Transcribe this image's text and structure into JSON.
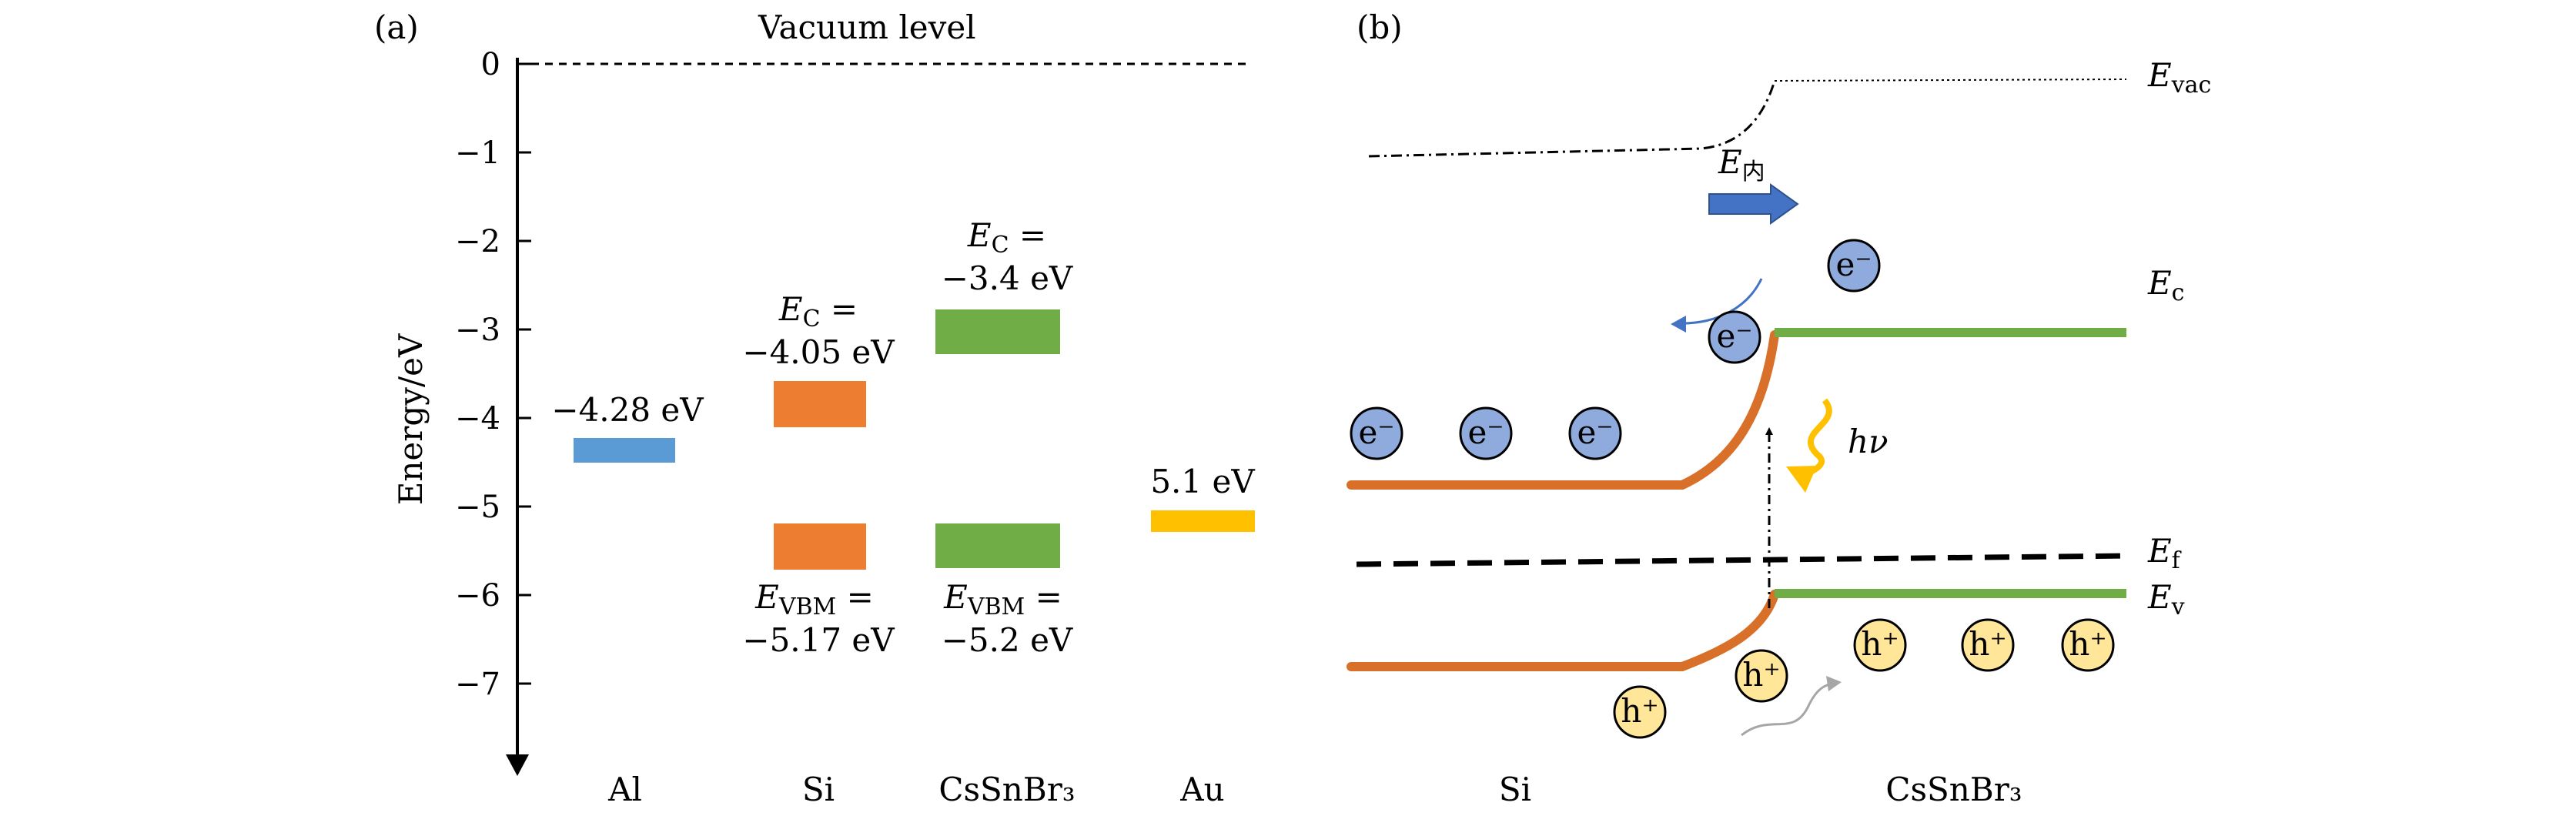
{
  "panel_a": {
    "label": "(a)",
    "vacuum_label": "Vacuum level",
    "y_axis_label": "Energy/eV",
    "y_ticks": [
      "0",
      "−1",
      "−2",
      "−3",
      "−4",
      "−5",
      "−6",
      "−7"
    ],
    "materials": [
      "Al",
      "Si",
      "CsSnBr₃",
      "Au"
    ],
    "al_value": "−4.28 eV",
    "si_ec_line1_sym": "E",
    "si_ec_line1_sub": "C",
    "si_ec_line1_eq": " =",
    "si_ec_line2": "−4.05 eV",
    "si_ev_line1_sym": "E",
    "si_ev_line1_sub": "VBM",
    "si_ev_line1_eq": " =",
    "si_ev_line2": "−5.17 eV",
    "cs_ec_line1_sym": "E",
    "cs_ec_line1_sub": "C",
    "cs_ec_line1_eq": " =",
    "cs_ec_line2": "−3.4 eV",
    "cs_ev_line1_sym": "E",
    "cs_ev_line1_sub": "VBM",
    "cs_ev_line1_eq": " =",
    "cs_ev_line2": "−5.2 eV",
    "au_value": "5.1 eV",
    "colors": {
      "al": "#5b9bd5",
      "si": "#ed7d31",
      "cs": "#70ad47",
      "au": "#ffc000"
    }
  },
  "panel_b": {
    "label": "(b)",
    "evac_sym": "E",
    "evac_sub": "vac",
    "ec_sym": "E",
    "ec_sub": "c",
    "ef_sym": "E",
    "ef_sub": "f",
    "ev_sym": "E",
    "ev_sub": "v",
    "field_sym": "E",
    "field_sub": "内",
    "photon_label": "hν",
    "electron_label": "e⁻",
    "hole_label": "h⁺",
    "left_material": "Si",
    "right_material": "CsSnBr₃",
    "colors": {
      "band_si": "#ed7d31",
      "band_cs": "#70ad47",
      "electron": "#8faadc",
      "hole": "#ffe699",
      "field_arrow": "#4472c4",
      "photon": "#ffc000"
    }
  }
}
